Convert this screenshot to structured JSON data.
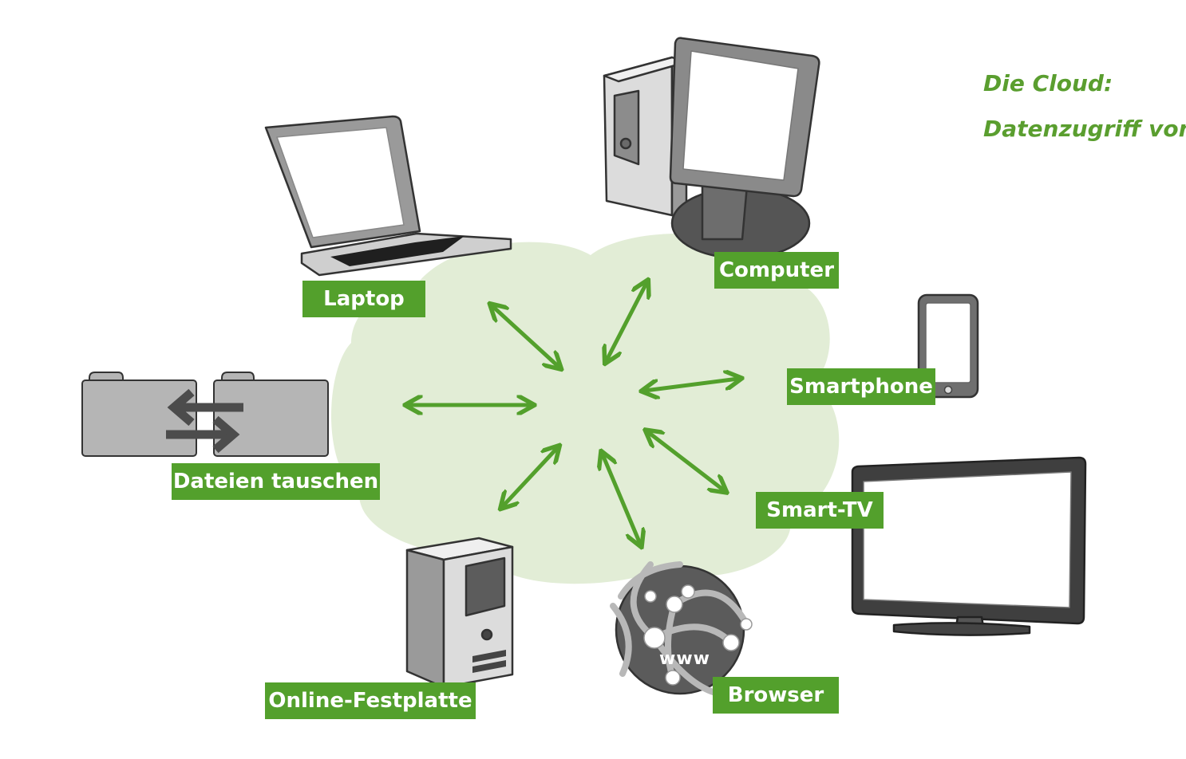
{
  "title": {
    "line1": "Die Cloud:",
    "line2": "Datenzugriff von"
  },
  "labels": {
    "laptop": "Laptop",
    "computer": "Computer",
    "smartphone": "Smartphone",
    "file_exchange": "Dateien tauschen",
    "smart_tv": "Smart-TV",
    "online_storage": "Online-Festplatte",
    "browser": "Browser"
  },
  "globe_text": "www",
  "colors": {
    "accent_green": "#53a02c",
    "title_green": "#5a9e2f",
    "cloud": "#e2edd6",
    "device_gray": "#8c8c8c",
    "device_light": "#d6d6d6",
    "device_dark": "#555555"
  },
  "icons": [
    "laptop-icon",
    "desktop-computer-icon",
    "smartphone-icon",
    "folder-exchange-icon",
    "tv-icon",
    "server-tower-icon",
    "globe-icon"
  ]
}
